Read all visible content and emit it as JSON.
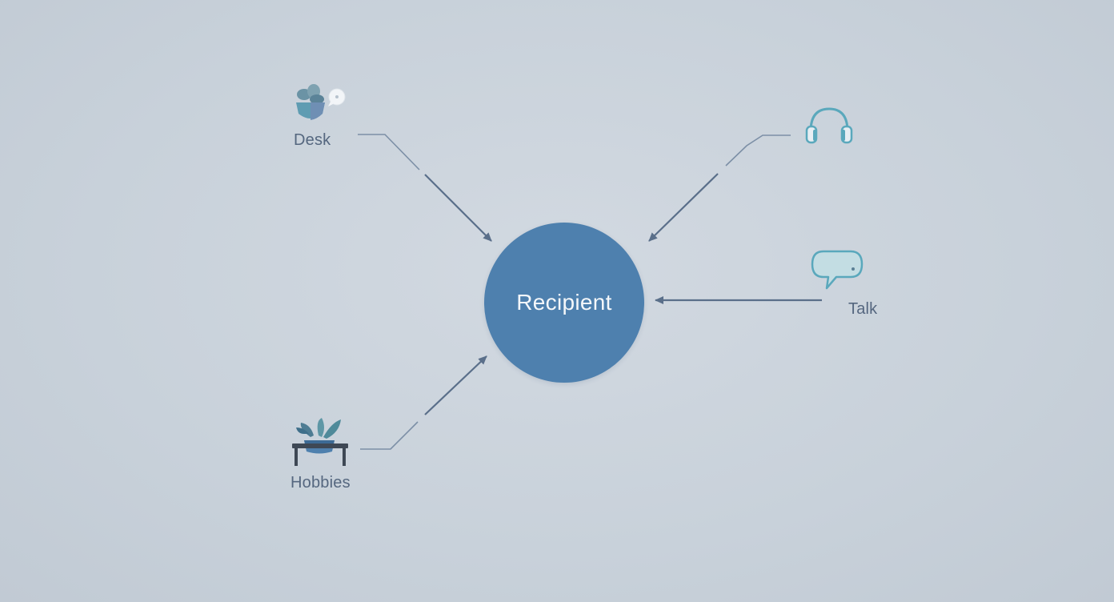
{
  "center": {
    "label": "Recipient"
  },
  "nodes": [
    {
      "id": "desk",
      "label": "Desk",
      "icon": "plant-with-speech-bubble-icon"
    },
    {
      "id": "headphones",
      "label": "",
      "icon": "headphones-icon"
    },
    {
      "id": "talk",
      "label": "Talk",
      "icon": "speech-bubble-icon"
    },
    {
      "id": "hobbies",
      "label": "Hobbies",
      "icon": "potted-plant-on-table-icon"
    }
  ],
  "colors": {
    "background": "#c9d2db",
    "center_fill": "#4e80ae",
    "arrow": "#5a6f8a",
    "label": "#55677f",
    "teal_accent": "#5aa8bc"
  }
}
